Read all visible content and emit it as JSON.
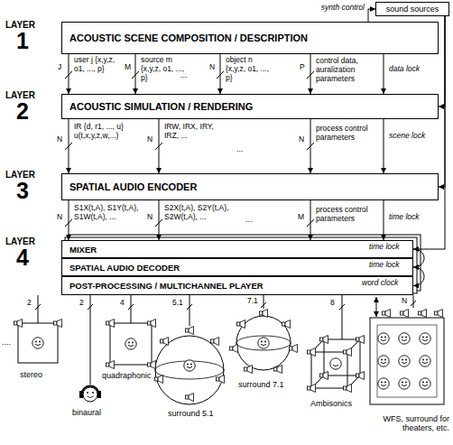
{
  "diagram": {
    "nodes": [
      {
        "text": [
          "sound sources"
        ]
      },
      {
        "text": [
          "ACOUSTIC SCENE COMPOSITION / DESCRIPTION"
        ]
      },
      {
        "text": [
          "ACOUSTIC SIMULATION / RENDERING"
        ]
      },
      {
        "text": [
          "SPATIAL AUDIO ENCODER"
        ]
      },
      {
        "text": [
          "MIXER"
        ]
      },
      {
        "text": [
          "SPATIAL AUDIO DECODER"
        ]
      },
      {
        "text": [
          "POST-PROCESSING / MULTICHANNEL PLAYER"
        ]
      }
    ],
    "edges": [
      {
        "from": 1,
        "to": 0,
        "arrow": "to",
        "label": "synth control"
      },
      {
        "from": 1,
        "to": 2,
        "arrow": "to",
        "label": "user j {x,y,z, o1, ..., p}"
      },
      {
        "from": 1,
        "to": 2,
        "arrow": "to",
        "label": "source m {x,y,z, o1, ..., p}"
      },
      {
        "from": 1,
        "to": 2,
        "arrow": "to",
        "label": "object n {x,y,z, o1, ..., p}"
      },
      {
        "from": 1,
        "to": 2,
        "arrow": "to",
        "label": "control data, auralization parameters"
      },
      {
        "from": 1,
        "to": 2,
        "arrow": "to",
        "label": "data lock"
      },
      {
        "from": 2,
        "to": 3,
        "arrow": "to",
        "label": "IR {d, r1, ..., u} u(t,x,y,z,w,...)"
      },
      {
        "from": 2,
        "to": 3,
        "arrow": "to",
        "label": "IRW, IRX, IRY, IRZ, ..."
      },
      {
        "from": 2,
        "to": 3,
        "arrow": "to",
        "label": "process control parameters"
      },
      {
        "from": 2,
        "to": 3,
        "arrow": "to",
        "label": "scene lock"
      },
      {
        "from": 3,
        "to": 4,
        "arrow": "to",
        "label": "S1X(t,A), S1Y(t,A), S1W(t,A), ..."
      },
      {
        "from": 3,
        "to": 4,
        "arrow": "to",
        "label": "S2X(t,A), S2Y(t,A), S2W(t,A), ..."
      },
      {
        "from": 3,
        "to": 4,
        "arrow": "to",
        "label": "process control parameters"
      },
      {
        "from": 3,
        "to": 4,
        "arrow": "to",
        "label": "time lock"
      },
      {
        "from": 0,
        "to": 2,
        "arrow": "to"
      },
      {
        "from": 0,
        "to": 3,
        "arrow": "to"
      },
      {
        "from": 0,
        "to": 4,
        "arrow": "to"
      },
      {
        "from": 4,
        "to": 5,
        "arrow": "to"
      },
      {
        "from": 5,
        "to": 6,
        "arrow": "to"
      }
    ],
    "labels": [
      "LAYER",
      "1",
      "LAYER",
      "2",
      "LAYER",
      "3",
      "LAYER",
      "4",
      "J",
      "M",
      "...",
      "N",
      "P",
      "N",
      "N",
      "...",
      "N",
      "N",
      "N",
      "...",
      "M",
      "time lock",
      "time lock",
      "word clock",
      "....",
      "2",
      "2",
      "4",
      "5.1",
      "7.1",
      "8",
      "N",
      "stereo",
      "binaural",
      "quadraphonic",
      "surround 5.1",
      "surround 7.1",
      "Ambisonics",
      "WFS, surround for theaters, etc."
    ]
  }
}
